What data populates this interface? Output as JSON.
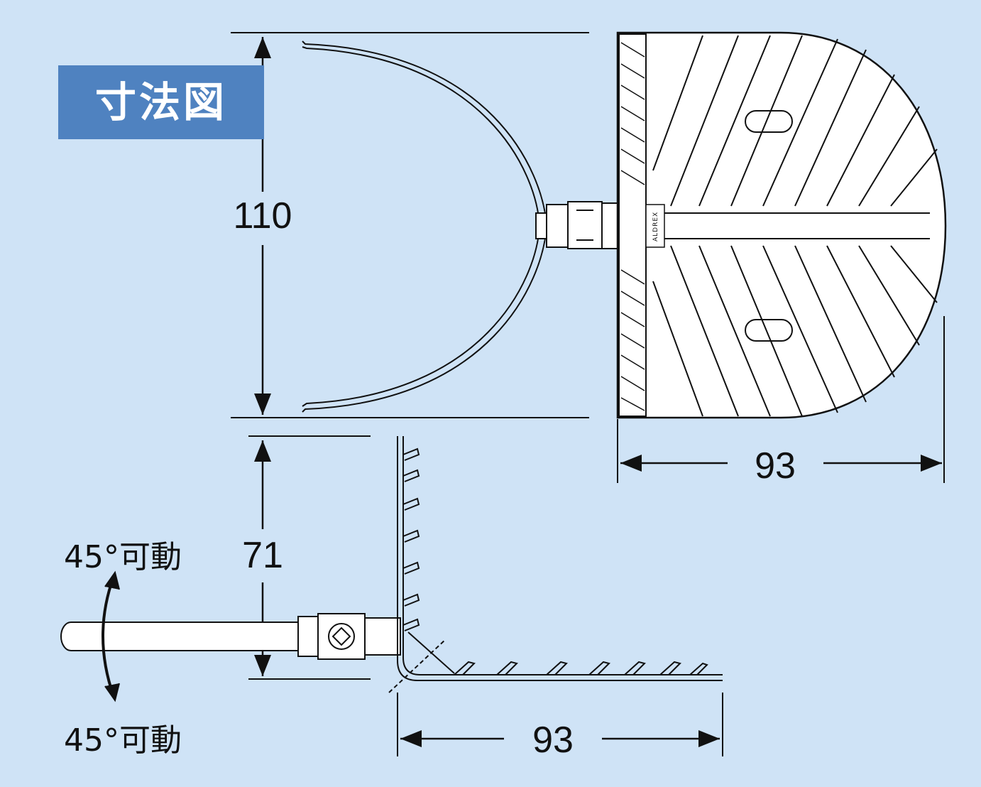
{
  "title": "寸法図",
  "dimensions": {
    "top_height": "110",
    "top_depth": "93",
    "side_height": "71",
    "side_depth": "93"
  },
  "rotation_notes": {
    "upper": "45°可動",
    "lower": "45°可動"
  },
  "brand_mark": "ALDREX",
  "colors": {
    "background": "#cfe3f6",
    "title_box": "#4f82c0",
    "line": "#111111",
    "part_fill": "#ffffff"
  }
}
